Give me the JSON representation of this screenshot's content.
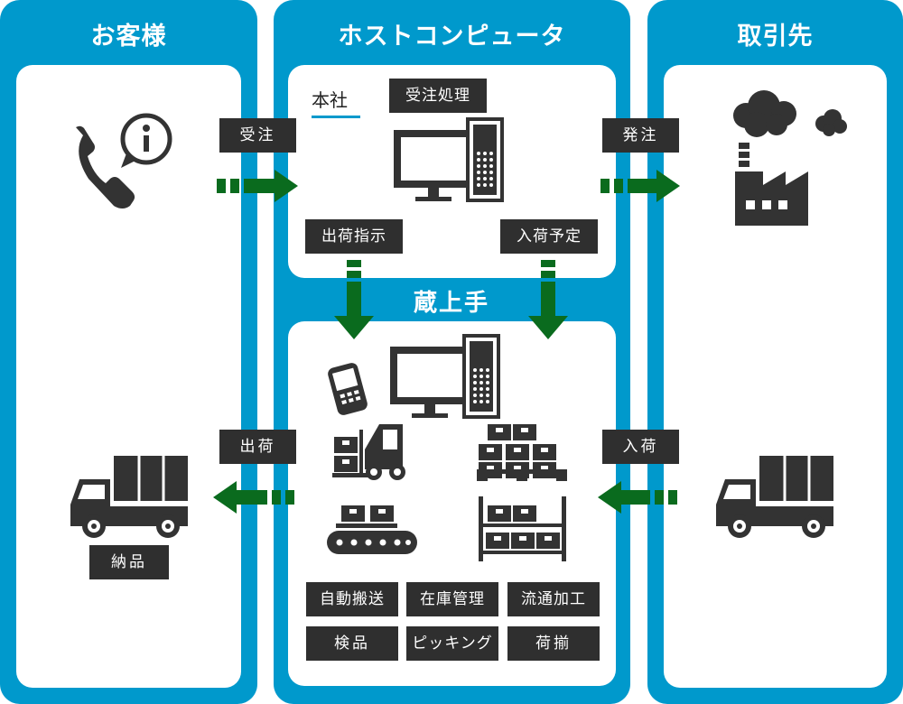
{
  "columns": {
    "customer": "お客様",
    "host": "ホストコンピュータ",
    "supplier": "取引先"
  },
  "host_panel": {
    "office_label": "本社",
    "order_processing": "受注処理",
    "shipping_instruction": "出荷指示",
    "arrival_schedule": "入荷予定"
  },
  "warehouse_label": "蔵上手",
  "arrows": {
    "order_received": "受注",
    "order_placed": "発注",
    "shipping": "出荷",
    "receiving": "入荷"
  },
  "customer_delivery": "納品",
  "functions": [
    "自動搬送",
    "在庫管理",
    "流通加工",
    "検品",
    "ピッキング",
    "荷揃"
  ],
  "colors": {
    "column_bg": "#0099cc",
    "tag_bg": "#2f2f2f",
    "arrow_green": "#0a6b1e",
    "icon_dark": "#333333"
  },
  "icons": [
    "phone-info-icon",
    "computer-icon",
    "factory-icon",
    "mobile-phone-icon",
    "forklift-icon",
    "pallet-boxes-icon",
    "conveyor-icon",
    "shelf-icon",
    "truck-icon"
  ]
}
